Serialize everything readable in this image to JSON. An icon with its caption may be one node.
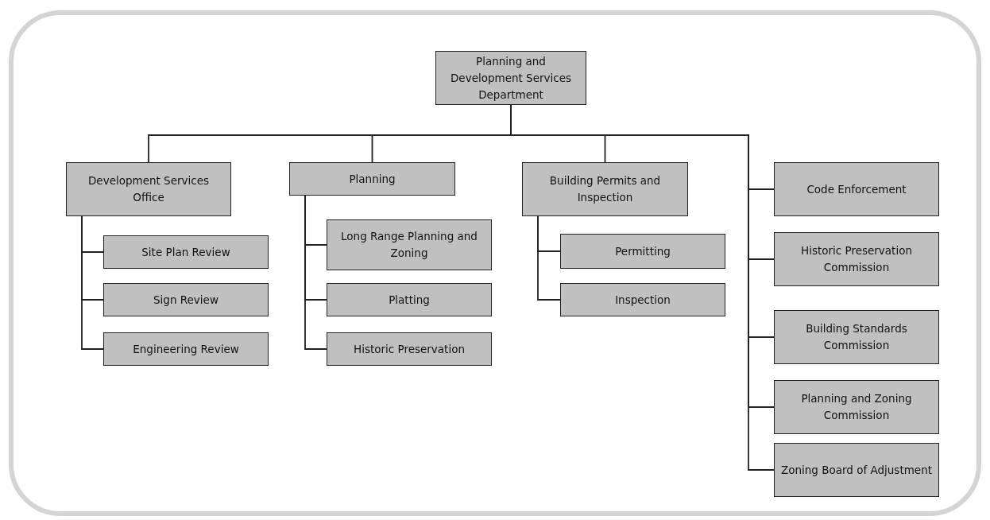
{
  "diagram": {
    "nodes": [
      {
        "text": [
          "Planning and Development Services Department"
        ]
      },
      {
        "text": [
          "Development Services Office"
        ]
      },
      {
        "text": [
          "Planning"
        ]
      },
      {
        "text": [
          "Building Permits and Inspection"
        ]
      },
      {
        "text": [
          "Code Enforcement"
        ]
      },
      {
        "text": [
          "Site Plan Review"
        ]
      },
      {
        "text": [
          "Sign Review"
        ]
      },
      {
        "text": [
          "Engineering Review"
        ]
      },
      {
        "text": [
          "Long Range Planning and Zoning"
        ]
      },
      {
        "text": [
          "Platting"
        ]
      },
      {
        "text": [
          "Historic Preservation"
        ]
      },
      {
        "text": [
          "Permitting"
        ]
      },
      {
        "text": [
          "Inspection"
        ]
      },
      {
        "text": [
          "Historic Preservation Commission"
        ]
      },
      {
        "text": [
          "Building Standards Commission"
        ]
      },
      {
        "text": [
          "Planning and Zoning Commission"
        ]
      },
      {
        "text": [
          "Zoning Board of Adjustment"
        ]
      }
    ],
    "edges": [
      {
        "from": 0,
        "to": 1,
        "arrow": "none"
      },
      {
        "from": 0,
        "to": 2,
        "arrow": "none"
      },
      {
        "from": 0,
        "to": 3,
        "arrow": "none"
      },
      {
        "from": 0,
        "to": 4,
        "arrow": "none"
      },
      {
        "from": 0,
        "to": 13,
        "arrow": "none"
      },
      {
        "from": 0,
        "to": 14,
        "arrow": "none"
      },
      {
        "from": 0,
        "to": 15,
        "arrow": "none"
      },
      {
        "from": 0,
        "to": 16,
        "arrow": "none"
      },
      {
        "from": 1,
        "to": 5,
        "arrow": "none"
      },
      {
        "from": 1,
        "to": 6,
        "arrow": "none"
      },
      {
        "from": 1,
        "to": 7,
        "arrow": "none"
      },
      {
        "from": 2,
        "to": 8,
        "arrow": "none"
      },
      {
        "from": 2,
        "to": 9,
        "arrow": "none"
      },
      {
        "from": 2,
        "to": 10,
        "arrow": "none"
      },
      {
        "from": 3,
        "to": 11,
        "arrow": "none"
      },
      {
        "from": 3,
        "to": 12,
        "arrow": "none"
      }
    ]
  }
}
